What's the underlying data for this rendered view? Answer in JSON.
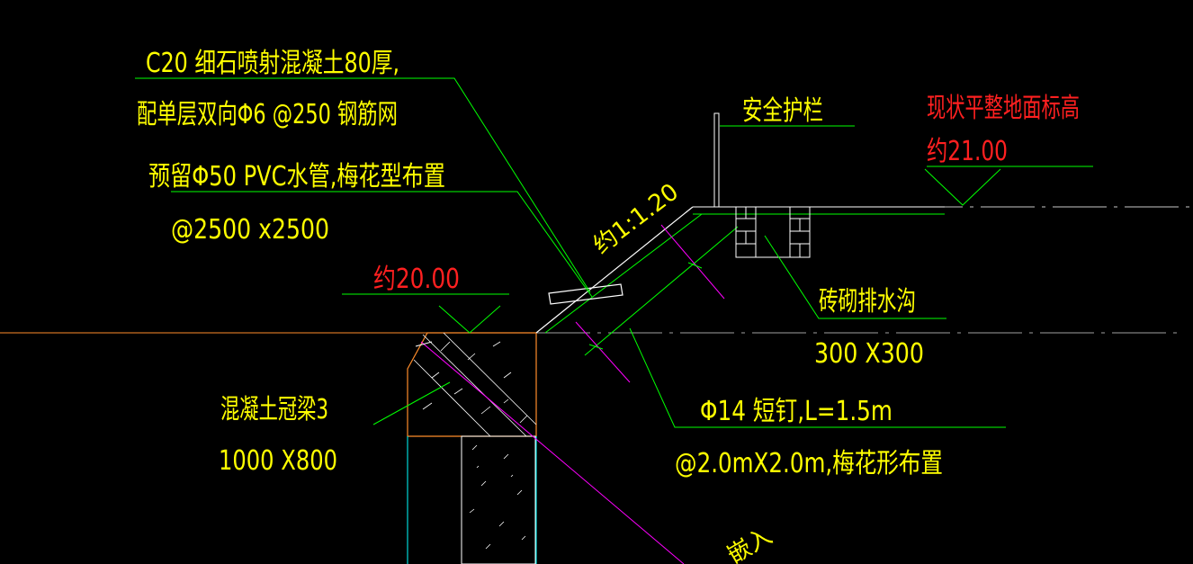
{
  "colors": {
    "background": "#000000",
    "yellow_text": "#ffff00",
    "red_text": "#ff2020",
    "green_line": "#00ff00",
    "white_line": "#ffffff",
    "orange_line": "#ff8c2a",
    "cyan_line": "#00ffff",
    "magenta_line": "#ff00ff",
    "grey_line": "#d0d0d0"
  },
  "labels": {
    "concrete_spray_1": "C20 细石喷射混凝土80厚,",
    "concrete_spray_2": "配单层双向Φ6 @250 钢筋网",
    "pvc_pipe_1": "预留Φ50 PVC水管,梅花型布置",
    "pvc_pipe_2": "@2500 x2500",
    "elev_low": "约20.00",
    "crown_beam_1": "混凝土冠梁3",
    "crown_beam_2": "1000 X800",
    "slope": "约1:1.20",
    "guardrail": "安全护栏",
    "elev_high_1": "现状平整地面标高",
    "elev_high_2": "约21.00",
    "drain_1": "砖砌排水沟",
    "drain_2": "300 X300",
    "nail_1": "Φ14 短钉,L=1.5m",
    "nail_2": "@2.0mX2.0m,梅花形布置",
    "cut_text": "嵌入"
  }
}
